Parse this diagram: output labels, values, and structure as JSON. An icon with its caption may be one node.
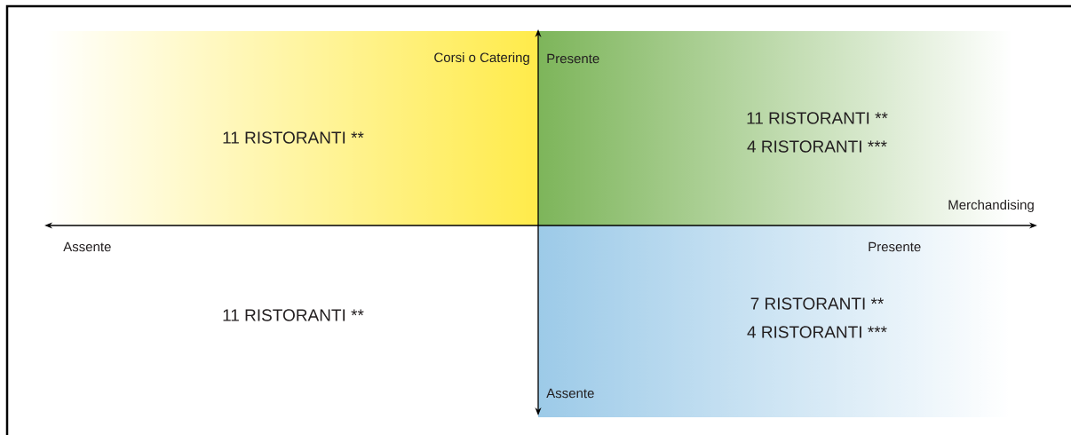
{
  "diagram": {
    "nodes": [
      {
        "text": [
          "11 RISTORANTI **"
        ]
      },
      {
        "text": [
          "11 RISTORANTI **",
          "4 RISTORANTI ***"
        ]
      },
      {
        "text": [
          "7 RISTORANTI **",
          "4 RISTORANTI ***"
        ]
      }
    ],
    "labels": [
      "Corsi o Catering",
      "Presente",
      "Merchandising",
      "Assente",
      "Presente",
      "11 RISTORANTI **",
      "Assente"
    ]
  }
}
